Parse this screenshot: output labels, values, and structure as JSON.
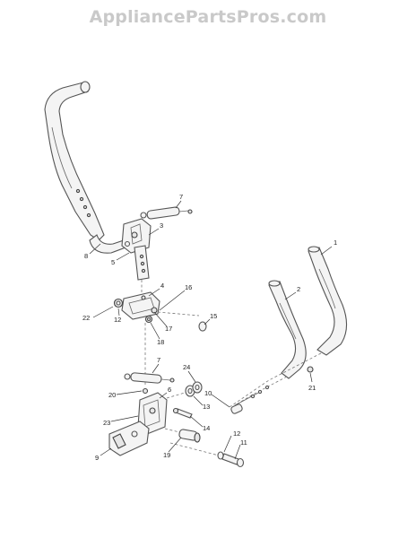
{
  "watermark": "AppliancePartsPros.com",
  "callouts": [
    {
      "id": "c1",
      "label": "1"
    },
    {
      "id": "c2",
      "label": "2"
    },
    {
      "id": "c3",
      "label": "3"
    },
    {
      "id": "c4",
      "label": "4"
    },
    {
      "id": "c5",
      "label": "5"
    },
    {
      "id": "c6",
      "label": "6"
    },
    {
      "id": "c7a",
      "label": "7"
    },
    {
      "id": "c7b",
      "label": "7"
    },
    {
      "id": "c8",
      "label": "8"
    },
    {
      "id": "c9",
      "label": "9"
    },
    {
      "id": "c10",
      "label": "10"
    },
    {
      "id": "c11",
      "label": "11"
    },
    {
      "id": "c12a",
      "label": "12"
    },
    {
      "id": "c12b",
      "label": "12"
    },
    {
      "id": "c13",
      "label": "13"
    },
    {
      "id": "c14",
      "label": "14"
    },
    {
      "id": "c15",
      "label": "15"
    },
    {
      "id": "c16",
      "label": "16"
    },
    {
      "id": "c17",
      "label": "17"
    },
    {
      "id": "c18",
      "label": "18"
    },
    {
      "id": "c19",
      "label": "19"
    },
    {
      "id": "c20",
      "label": "20"
    },
    {
      "id": "c21",
      "label": "21"
    },
    {
      "id": "c22",
      "label": "22"
    },
    {
      "id": "c23",
      "label": "23"
    },
    {
      "id": "c24",
      "label": "24"
    }
  ]
}
